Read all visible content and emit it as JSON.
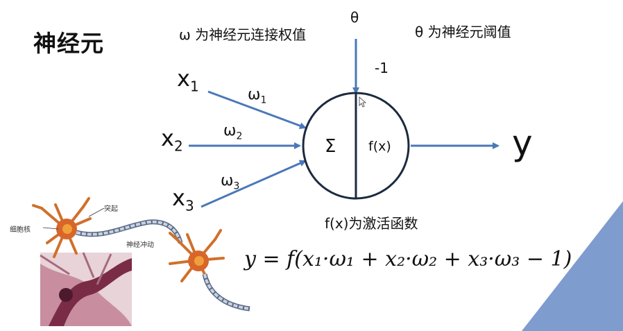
{
  "title": "神经元",
  "notes": {
    "weight_note": "ω 为神经元连接权值",
    "threshold_note": "θ 为神经元阈值",
    "activation_note": "f(x)为激活函数"
  },
  "inputs": [
    {
      "x": "x",
      "sub": "1",
      "w": "ω",
      "wsub": "1"
    },
    {
      "x": "x",
      "sub": "2",
      "w": "ω",
      "wsub": "2"
    },
    {
      "x": "x",
      "sub": "3",
      "w": "ω",
      "wsub": "3"
    }
  ],
  "bias": {
    "theta": "θ",
    "value": "-1"
  },
  "neuron": {
    "sum_symbol": "Σ",
    "activation": "f(x)"
  },
  "output": {
    "label": "y"
  },
  "formula": "y = f(x₁·ω₁ + x₂·ω₂ + x₃·ω₃ − 1)",
  "illustration_labels": {
    "nucleus": "细胞核",
    "dendrite": "突起",
    "impulse": "神经冲动"
  },
  "colors": {
    "arrow": "#4a78b8",
    "accent_triangle": "#7f9ccf"
  }
}
